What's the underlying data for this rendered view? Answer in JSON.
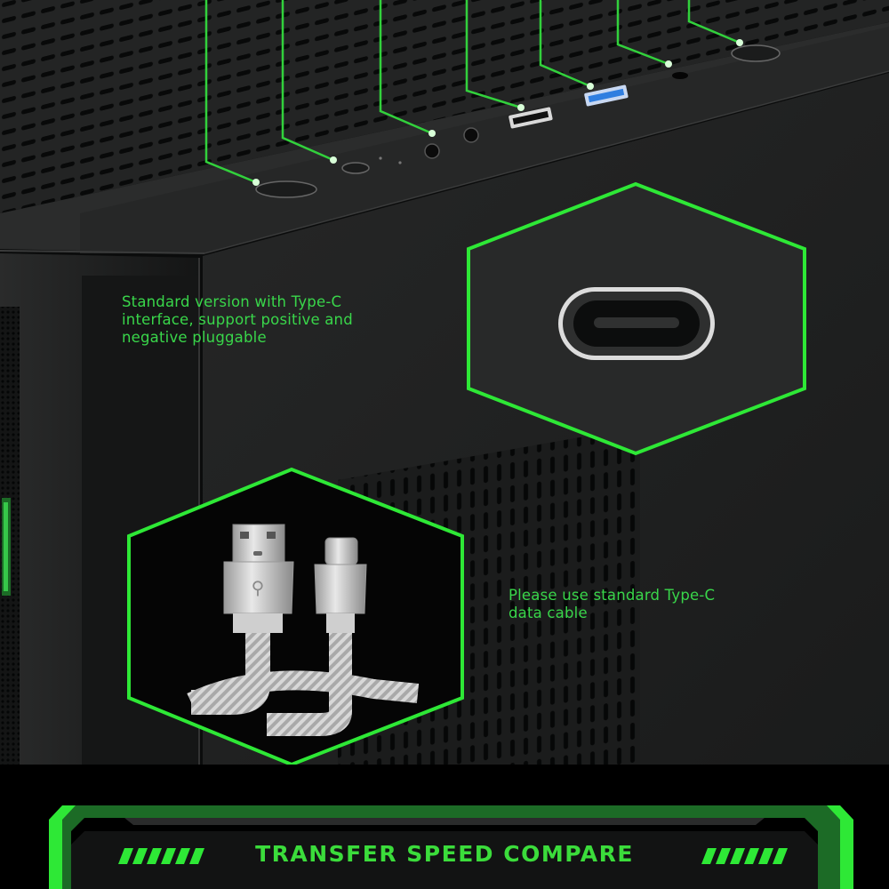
{
  "callouts": {
    "type_c_interface": "Standard version with Type-C\ninterface, support positive and\nnegative pluggable",
    "data_cable": "Please use standard Type-C\ndata cable"
  },
  "banner": {
    "title": "TRANSFER SPEED COMPARE"
  },
  "colors": {
    "accent_green": "#3bdc3b",
    "case_dark": "#1c1d1d",
    "usb3_blue": "#2f7ee0"
  },
  "icons": [
    "usb-port-icon",
    "type-c-port-icon",
    "power-button-icon",
    "audio-jack-icon",
    "usb-cable-icon"
  ]
}
